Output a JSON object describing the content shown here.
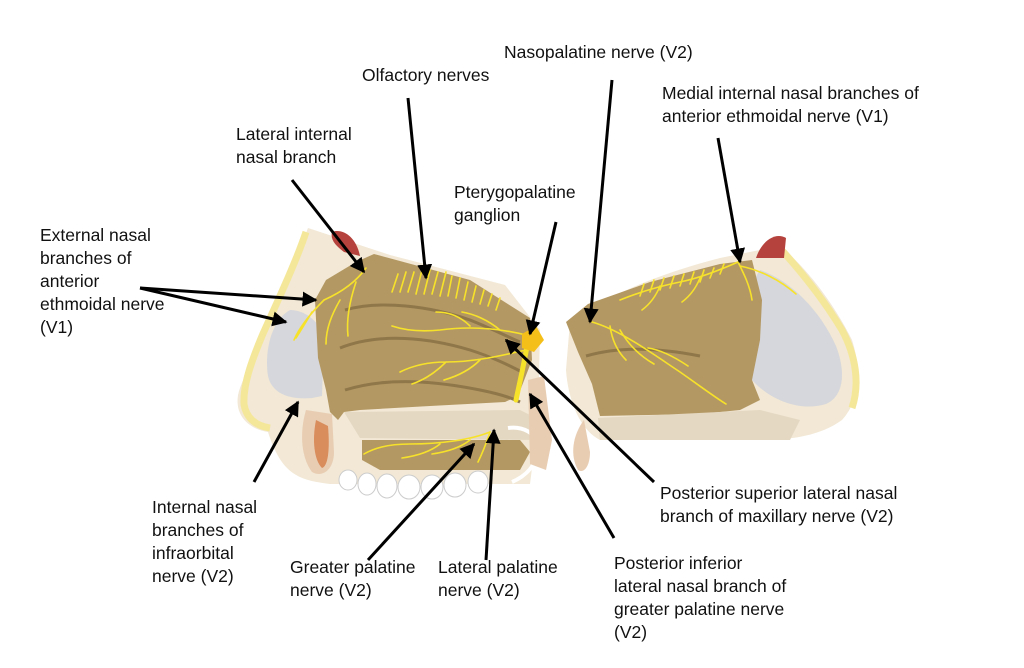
{
  "labels": {
    "olfactory": [
      "Olfactory nerves"
    ],
    "nasopalatine": [
      "Nasopalatine nerve (V2)"
    ],
    "medial_internal": [
      "Medial internal nasal branches of",
      "anterior ethmoidal nerve (V1)"
    ],
    "lateral_internal": [
      "Lateral internal",
      "nasal branch"
    ],
    "pterygopalatine": [
      "Pterygopalatine",
      "ganglion"
    ],
    "external_nasal": [
      "External nasal",
      "branches of",
      "anterior",
      "ethmoidal nerve",
      "(V1)"
    ],
    "internal_infraorbital": [
      "Internal nasal",
      "branches of",
      "infraorbital",
      "nerve (V2)"
    ],
    "greater_palatine": [
      "Greater palatine",
      "nerve (V2)"
    ],
    "lateral_palatine": [
      "Lateral palatine",
      "nerve (V2)"
    ],
    "posterior_inferior": [
      "Posterior inferior",
      "lateral nasal branch of",
      "greater palatine nerve",
      "(V2)"
    ],
    "posterior_superior": [
      "Posterior superior lateral nasal",
      "branch of maxillary nerve (V2)"
    ]
  },
  "colors": {
    "mucosa": "#b49863",
    "bone": "#d6d7dc",
    "nerve": "#f7e22a",
    "ganglion": "#f5bf1a",
    "background_tissue": "#f2e8d5",
    "cartilage": "#e8cdb3",
    "red_tissue": "#b5423c",
    "teeth": "#ffffff",
    "arrow": "#000000"
  }
}
